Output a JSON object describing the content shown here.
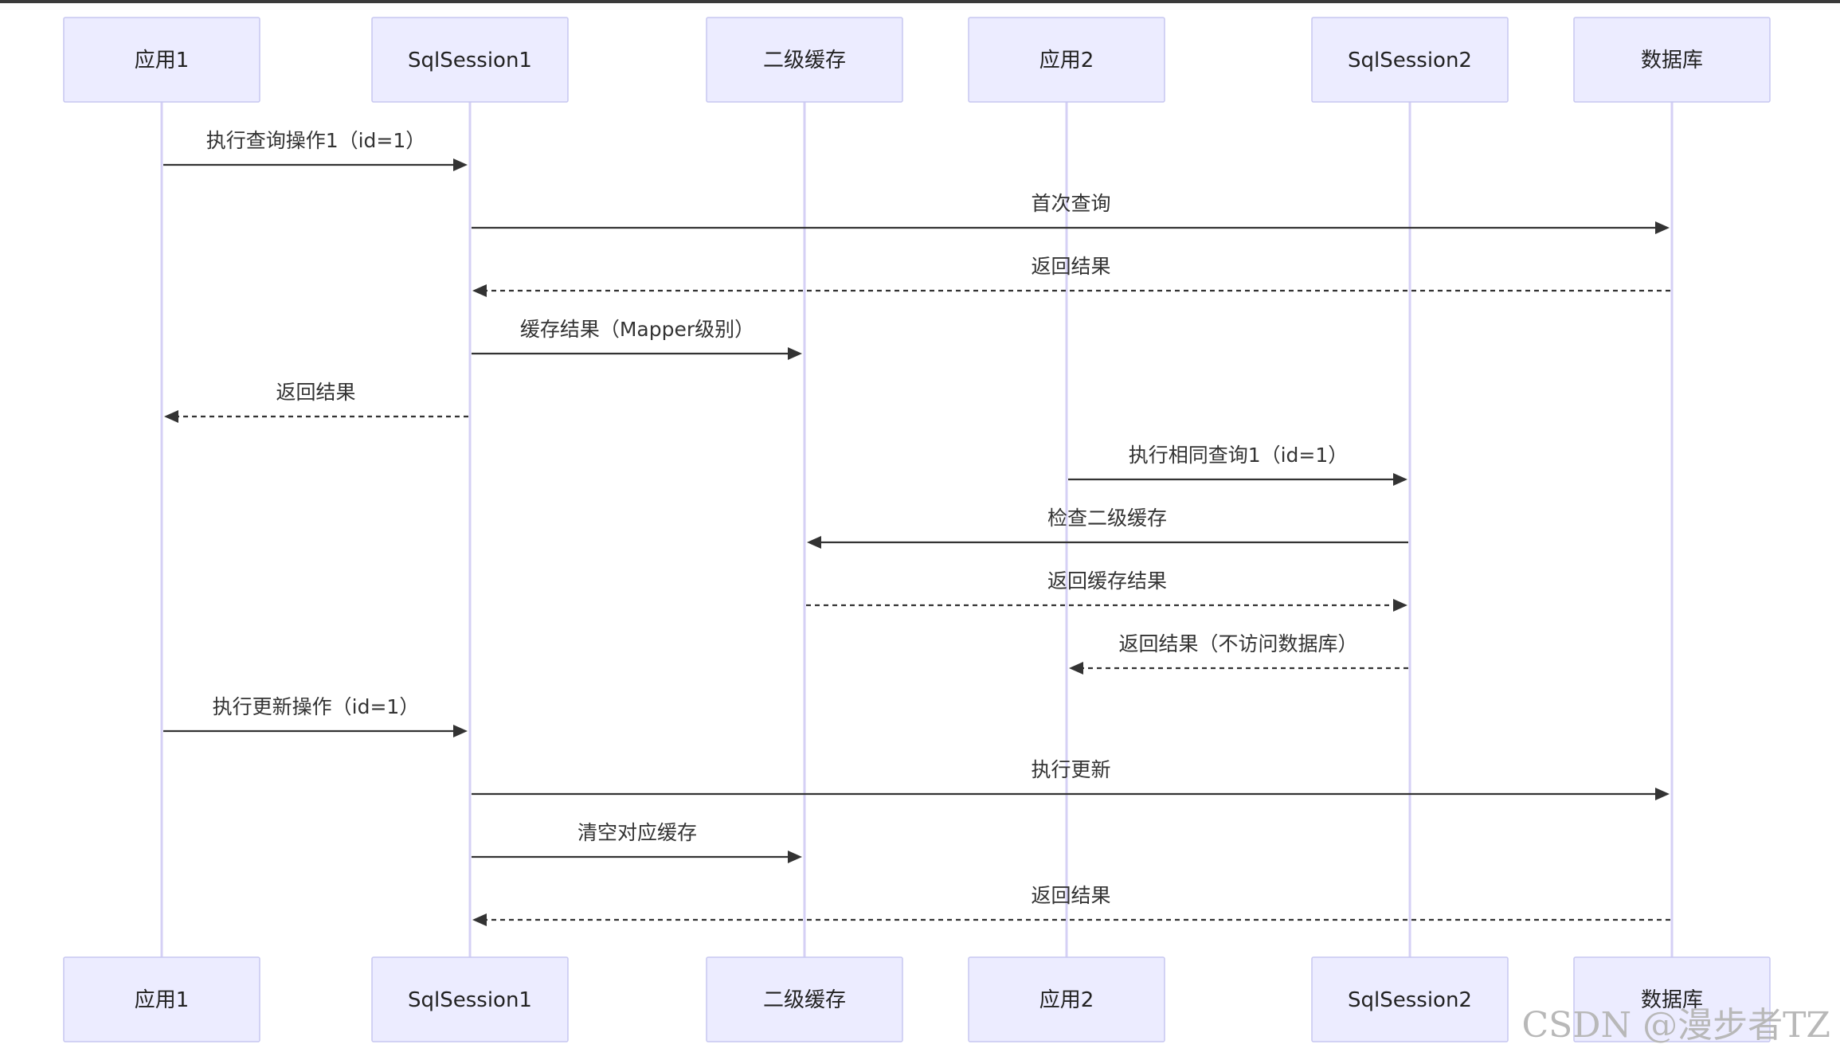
{
  "actors": [
    {
      "id": "app1",
      "label": "应用1"
    },
    {
      "id": "session1",
      "label": "SqlSession1"
    },
    {
      "id": "l2cache",
      "label": "二级缓存"
    },
    {
      "id": "app2",
      "label": "应用2"
    },
    {
      "id": "session2",
      "label": "SqlSession2"
    },
    {
      "id": "db",
      "label": "数据库"
    }
  ],
  "messages": [
    {
      "from": "app1",
      "to": "session1",
      "label": "执行查询操作1（id=1）",
      "style": "solid"
    },
    {
      "from": "session1",
      "to": "db",
      "label": "首次查询",
      "style": "solid"
    },
    {
      "from": "db",
      "to": "session1",
      "label": "返回结果",
      "style": "dotted"
    },
    {
      "from": "session1",
      "to": "l2cache",
      "label": "缓存结果（Mapper级别）",
      "style": "solid"
    },
    {
      "from": "session1",
      "to": "app1",
      "label": "返回结果",
      "style": "dotted"
    },
    {
      "from": "app2",
      "to": "session2",
      "label": "执行相同查询1（id=1）",
      "style": "solid"
    },
    {
      "from": "session2",
      "to": "l2cache",
      "label": "检查二级缓存",
      "style": "solid"
    },
    {
      "from": "l2cache",
      "to": "session2",
      "label": "返回缓存结果",
      "style": "dotted"
    },
    {
      "from": "session2",
      "to": "app2",
      "label": "返回结果（不访问数据库）",
      "style": "dotted"
    },
    {
      "from": "app1",
      "to": "session1",
      "label": "执行更新操作（id=1）",
      "style": "solid"
    },
    {
      "from": "session1",
      "to": "db",
      "label": "执行更新",
      "style": "solid"
    },
    {
      "from": "session1",
      "to": "l2cache",
      "label": "清空对应缓存",
      "style": "solid"
    },
    {
      "from": "db",
      "to": "session1",
      "label": "返回结果",
      "style": "dotted"
    }
  ],
  "watermark": "CSDN @漫步者TZ"
}
